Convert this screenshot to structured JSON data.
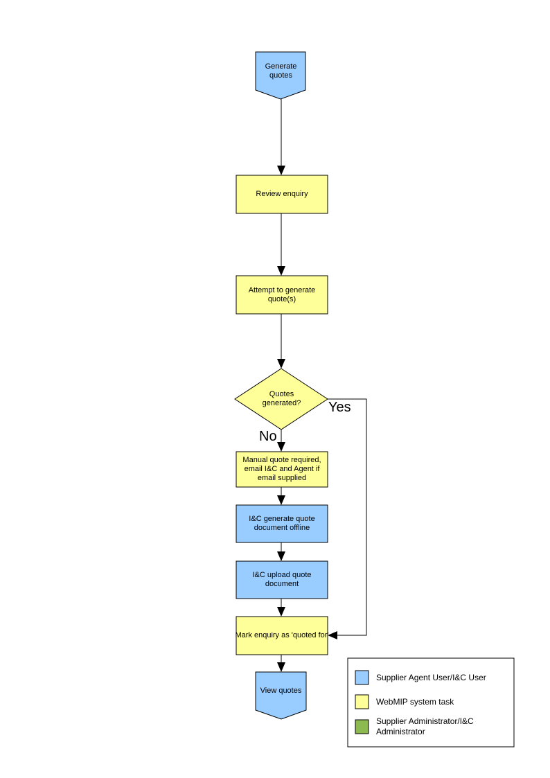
{
  "page": {
    "background_color": "#FFFFFF"
  },
  "colors": {
    "user_task": "#99CCFF",
    "system_task": "#FFFF99",
    "admin_task": "#8CBA50",
    "connector": "#000000",
    "border": "#000000"
  },
  "flowchart": {
    "nodes": [
      {
        "id": "generate-quotes",
        "type": "pentagon-down",
        "role": "user_task",
        "label": "Generate quotes"
      },
      {
        "id": "review-enquiry",
        "type": "process",
        "role": "system_task",
        "label": "Review enquiry"
      },
      {
        "id": "attempt-generate",
        "type": "process",
        "role": "system_task",
        "label": "Attempt to generate quote(s)"
      },
      {
        "id": "quotes-generated",
        "type": "decision",
        "role": "system_task",
        "label": "Quotes generated?"
      },
      {
        "id": "manual-quote",
        "type": "process",
        "role": "system_task",
        "label": "Manual quote required, email I&C and Agent if email supplied"
      },
      {
        "id": "ic-generate-offline",
        "type": "process",
        "role": "user_task",
        "label": "I&C generate quote document offline"
      },
      {
        "id": "ic-upload",
        "type": "process",
        "role": "user_task",
        "label": "I&C upload quote document"
      },
      {
        "id": "mark-enquiry",
        "type": "process",
        "role": "system_task",
        "label": "Mark enquiry as 'quoted for'"
      },
      {
        "id": "view-quotes",
        "type": "pentagon-down",
        "role": "user_task",
        "label": "View quotes"
      }
    ],
    "decision": {
      "yes_label": "Yes",
      "no_label": "No"
    }
  },
  "legend": {
    "items": [
      {
        "label": "Supplier Agent User/I&C User",
        "color": "#99CCFF"
      },
      {
        "label": "WebMIP system task",
        "color": "#FFFF99"
      },
      {
        "label": "Supplier Administrator/I&C Administrator",
        "color": "#8CBA50"
      }
    ]
  }
}
